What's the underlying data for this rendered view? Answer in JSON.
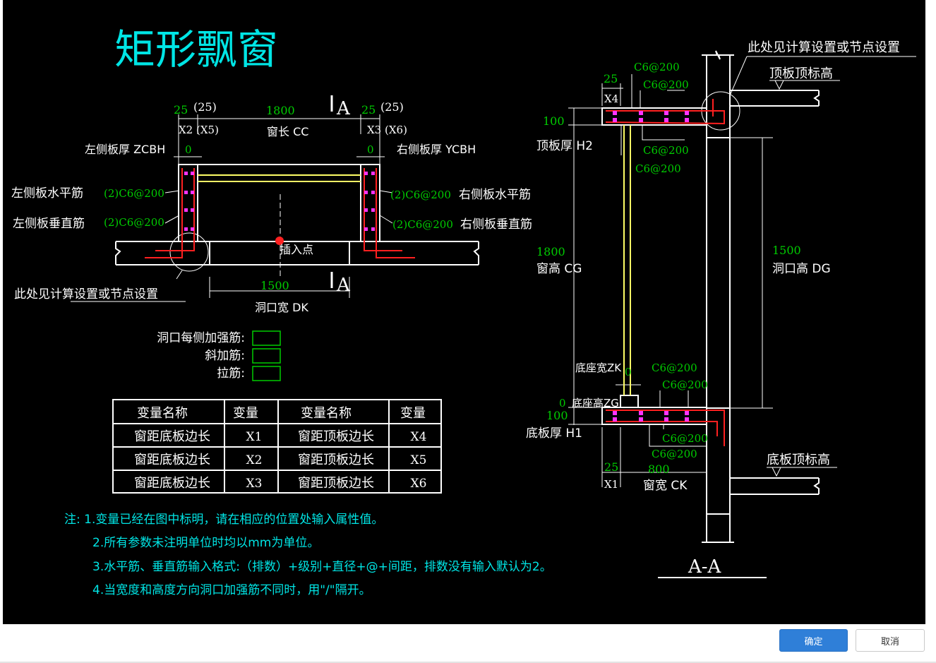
{
  "title": "矩形飘窗",
  "section_marks": {
    "top": "A",
    "bottom": "A",
    "section_title": "A-A"
  },
  "plan": {
    "left_offset": {
      "value": "25",
      "value_alt": "(25)",
      "var": "X2 (X5)"
    },
    "window_length": {
      "value": "1800",
      "label": "窗长 CC"
    },
    "right_offset": {
      "value": "25",
      "value_alt": "(25)",
      "var": "X3 (X6)"
    },
    "left_thickness": {
      "label": "左侧板厚 ZCBH",
      "value": "0"
    },
    "right_thickness": {
      "value": "0",
      "label": "右侧板厚 YCBH"
    },
    "left_horizontal": {
      "label": "左侧板水平筋",
      "value": "(2)C6@200"
    },
    "left_vertical": {
      "label": "左侧板垂直筋",
      "value": "(2)C6@200"
    },
    "right_horizontal": {
      "value": "(2)C6@200",
      "label": "右侧板水平筋"
    },
    "right_vertical": {
      "value": "(2)C6@200",
      "label": "右侧板垂直筋"
    },
    "insert_point": "插入点",
    "note_left": "此处见计算设置或节点设置",
    "opening_width": {
      "value": "1500",
      "label": "洞口宽 DK"
    }
  },
  "inputs": {
    "opening_rebar": {
      "label": "洞口每侧加强筋:",
      "value": ""
    },
    "diagonal_rebar": {
      "label": "斜加筋:",
      "value": ""
    },
    "tie_rebar": {
      "label": "拉筋:",
      "value": ""
    }
  },
  "table": {
    "headers": [
      "变量名称",
      "变量",
      "变量名称",
      "变量"
    ],
    "rows": [
      [
        "窗距底板边长",
        "X1",
        "窗距顶板边长",
        "X4"
      ],
      [
        "窗距底板边长",
        "X2",
        "窗距顶板边长",
        "X5"
      ],
      [
        "窗距底板边长",
        "X3",
        "窗距顶板边长",
        "X6"
      ]
    ]
  },
  "notes": [
    "注: 1.变量已经在图中标明，请在相应的位置处输入属性值。",
    "2.所有参数未注明单位时均以mm为单位。",
    "3.水平筋、垂直筋输入格式:（排数）+级别+直径+@+间距，排数没有输入默认为2。",
    "4.当宽度和高度方向洞口加强筋不同时，用\"/\"隔开。"
  ],
  "section": {
    "top_note": "此处见计算设置或节点设置",
    "top_elev": "顶板顶标高",
    "x4": {
      "value": "25",
      "var": "X4"
    },
    "top_rebars": [
      "C6@200",
      "C6@200",
      "C6@200",
      "C6@200"
    ],
    "top_thickness": {
      "value": "100",
      "label": "顶板厚 H2"
    },
    "window_height": {
      "value": "1800",
      "label": "窗高 CG"
    },
    "opening_height": {
      "value": "1500",
      "label": "洞口高 DG"
    },
    "base_width": {
      "label": "底座宽ZK",
      "value": "0"
    },
    "base_height": {
      "value": "0",
      "label": "底座高ZG"
    },
    "bottom_thickness": {
      "value": "100",
      "label": "底板厚 H1"
    },
    "bottom_rebars": [
      "C6@200",
      "C6@200",
      "C6@200",
      "C6@200"
    ],
    "bottom_elev": "底板顶标高",
    "x1": {
      "value": "25",
      "var": "X1"
    },
    "window_width": {
      "value": "800",
      "label": "窗宽 CK"
    }
  },
  "buttons": {
    "ok": "确定",
    "cancel": "取消"
  },
  "colors": {
    "cyan": "#00e5e5",
    "green": "#00cc00",
    "red": "#ff2020",
    "magenta": "#ff33ff",
    "yellow": "#ffff66",
    "white": "#ffffff"
  }
}
